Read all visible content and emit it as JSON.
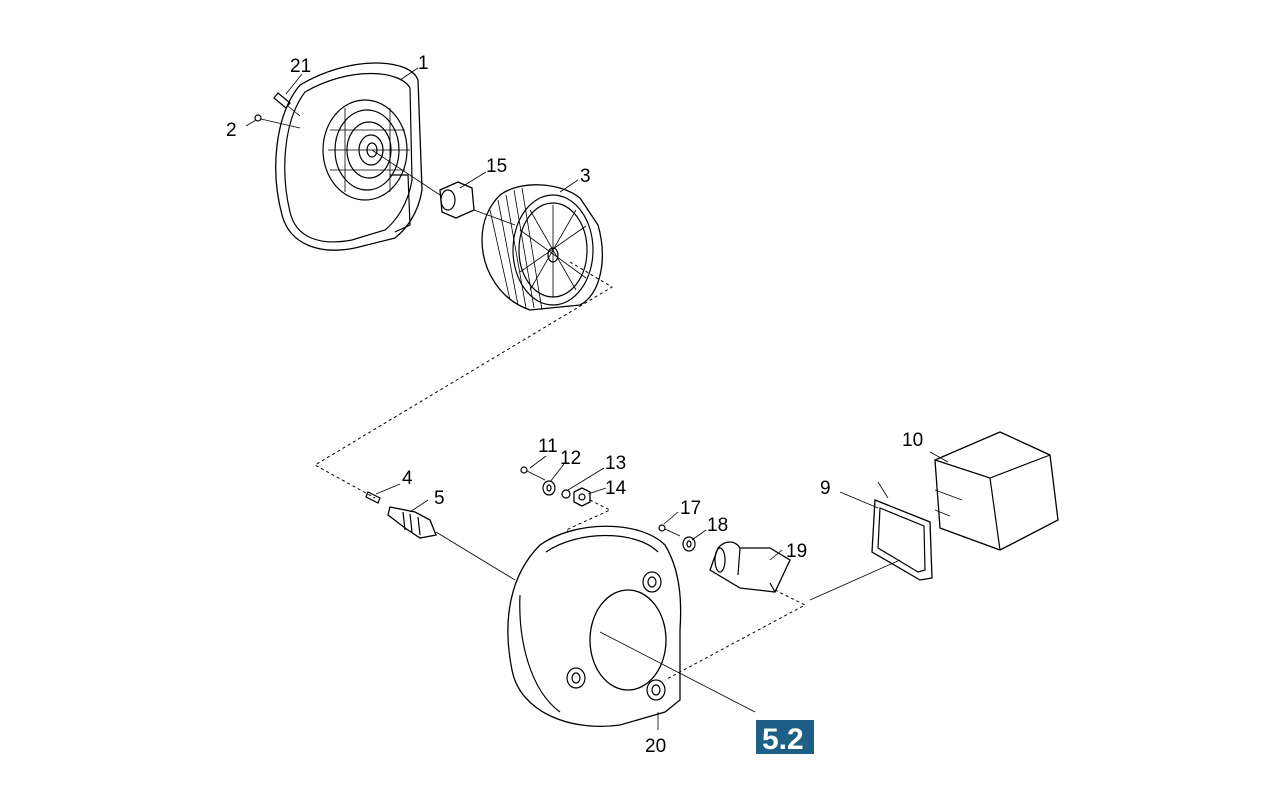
{
  "labels": {
    "p1": "1",
    "p2": "2",
    "p3": "3",
    "p4": "4",
    "p5": "5",
    "p9": "9",
    "p10": "10",
    "p11": "11",
    "p12": "12",
    "p13": "13",
    "p14": "14",
    "p15": "15",
    "p17": "17",
    "p18": "18",
    "p19": "19",
    "p20": "20",
    "p21": "21"
  },
  "badge": {
    "text": "5.2",
    "color": "#1d5f86"
  }
}
